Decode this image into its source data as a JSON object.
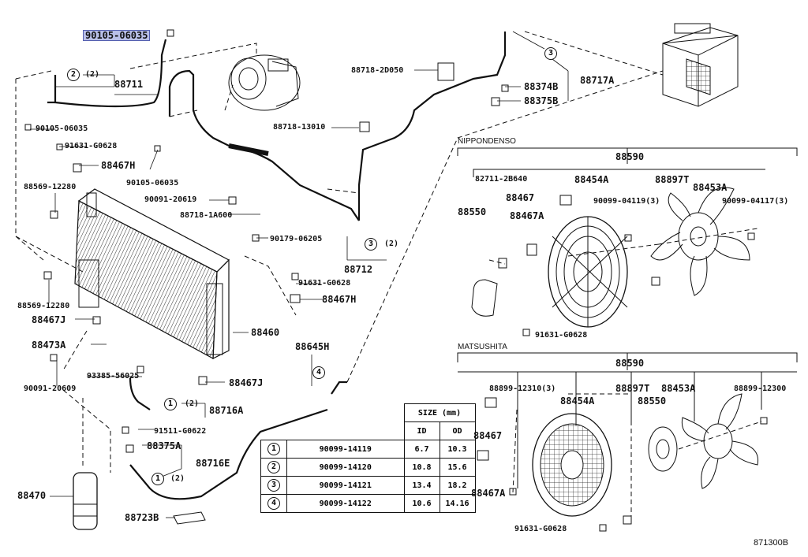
{
  "highlight_part": "90105-06035",
  "diagram_id": "871300B",
  "sections": {
    "nippondenso": "NIPPONDENSO",
    "matsushita": "MATSUSHITA"
  },
  "labels": {
    "p_90105_06035_top": "90105-06035",
    "p_88711": "88711",
    "c2a": "2",
    "c2a_q": "(2)",
    "p_90105_06035_a": "90105-06035",
    "p_91631_G0628_a": "91631-G0628",
    "p_88467H_a": "88467H",
    "p_90105_06035_b": "90105-06035",
    "p_88569_12280_a": "88569-12280",
    "p_90091_20619": "90091-20619",
    "p_88718_1A600": "88718-1A600",
    "p_90179_06205": "90179-06205",
    "p_88569_12280_b": "88569-12280",
    "p_88467J_a": "88467J",
    "p_88473A": "88473A",
    "p_93385_56025": "93385-56025",
    "p_90091_20609": "90091-20609",
    "p_88716A": "88716A",
    "c1a": "1",
    "c1a_q": "(2)",
    "p_91511_G0622": "91511-G0622",
    "p_88375A": "88375A",
    "p_88716E": "88716E",
    "c1b": "1",
    "c1b_q": "(2)",
    "p_88470": "88470",
    "p_88723B": "88723B",
    "p_88460": "88460",
    "p_88467J_b": "88467J",
    "p_88645H": "88645H",
    "c4": "4",
    "p_91631_G0628_b": "91631-G0628",
    "p_88467H_b": "88467H",
    "p_88712": "88712",
    "c3a": "3",
    "c3a_q": "(2)",
    "p_88718_13010": "88718-13010",
    "p_88718_2D050": "88718-2D050",
    "p_88374B": "88374B",
    "p_88375B": "88375B",
    "p_88717A": "88717A",
    "c3b": "3",
    "n_88590": "88590",
    "n_82711_2B640": "82711-2B640",
    "n_88454A": "88454A",
    "n_88897T": "88897T",
    "n_88453A": "88453A",
    "n_88550": "88550",
    "n_88467": "88467",
    "n_90099_04119": "90099-04119(3)",
    "n_90099_04117": "90099-04117(3)",
    "n_88467A": "88467A",
    "n_91631_G0628": "91631-G0628",
    "m_88590": "88590",
    "m_88899_12310": "88899-12310(3)",
    "m_88454A": "88454A",
    "m_88897T": "88897T",
    "m_88453A": "88453A",
    "m_88899_12300": "88899-12300",
    "m_88550": "88550",
    "m_88467": "88467",
    "m_88467A": "88467A",
    "m_91631_G0628": "91631-G0628"
  },
  "size_table": {
    "title": "SIZE (mm)",
    "col_id": "ID",
    "col_od": "OD",
    "rows": [
      {
        "ref": "1",
        "part": "90099-14119",
        "id": "6.7",
        "od": "10.3"
      },
      {
        "ref": "2",
        "part": "90099-14120",
        "id": "10.8",
        "od": "15.6"
      },
      {
        "ref": "3",
        "part": "90099-14121",
        "id": "13.4",
        "od": "18.2"
      },
      {
        "ref": "4",
        "part": "90099-14122",
        "id": "10.6",
        "od": "14.16"
      }
    ]
  }
}
